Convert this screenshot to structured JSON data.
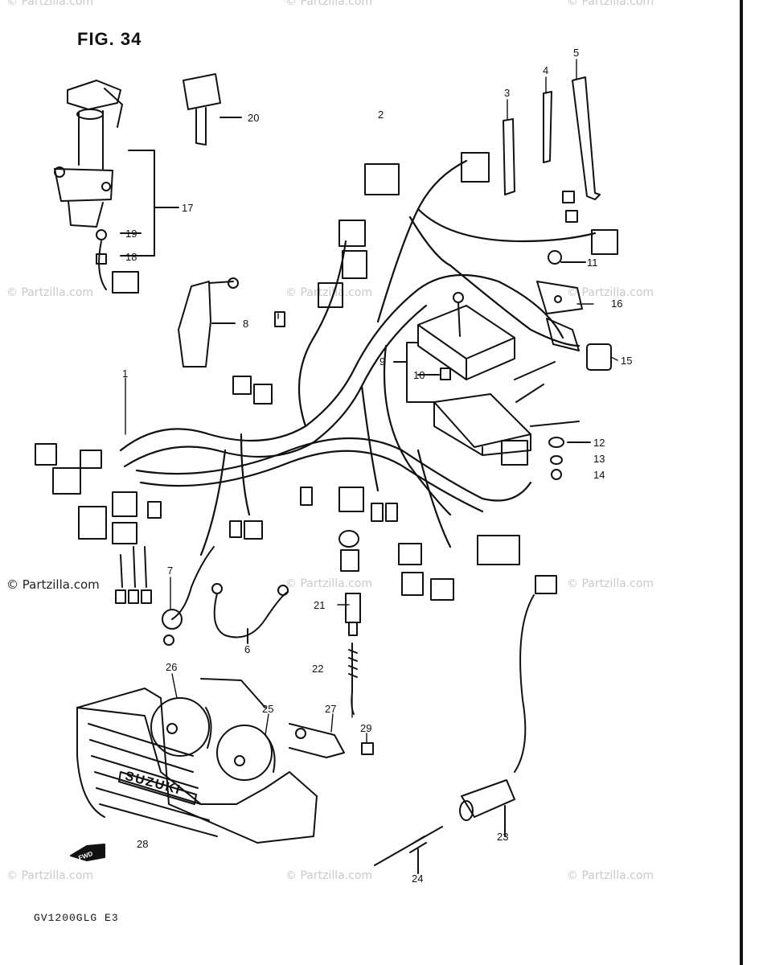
{
  "figure": {
    "title": "FIG. 34",
    "model_code": "GV1200GLG E3"
  },
  "watermark": {
    "text": "© Partzilla.com"
  },
  "front_marker": {
    "text": "FWD"
  },
  "horn_badge": {
    "text": "SUZUKI"
  },
  "callouts": [
    {
      "id": "1",
      "label": "1"
    },
    {
      "id": "2",
      "label": "2"
    },
    {
      "id": "3",
      "label": "3"
    },
    {
      "id": "4",
      "label": "4"
    },
    {
      "id": "5",
      "label": "5"
    },
    {
      "id": "6",
      "label": "6"
    },
    {
      "id": "7",
      "label": "7"
    },
    {
      "id": "8",
      "label": "8"
    },
    {
      "id": "9",
      "label": "9"
    },
    {
      "id": "10",
      "label": "10"
    },
    {
      "id": "11",
      "label": "11"
    },
    {
      "id": "12",
      "label": "12"
    },
    {
      "id": "13",
      "label": "13"
    },
    {
      "id": "14",
      "label": "14"
    },
    {
      "id": "15",
      "label": "15"
    },
    {
      "id": "16",
      "label": "16"
    },
    {
      "id": "17",
      "label": "17"
    },
    {
      "id": "18",
      "label": "18"
    },
    {
      "id": "19",
      "label": "19"
    },
    {
      "id": "20",
      "label": "20"
    },
    {
      "id": "21",
      "label": "21"
    },
    {
      "id": "22",
      "label": "22"
    },
    {
      "id": "23",
      "label": "23"
    },
    {
      "id": "24",
      "label": "24"
    },
    {
      "id": "25",
      "label": "25"
    },
    {
      "id": "26",
      "label": "26"
    },
    {
      "id": "27",
      "label": "27"
    },
    {
      "id": "28",
      "label": "28"
    },
    {
      "id": "29",
      "label": "29"
    }
  ]
}
